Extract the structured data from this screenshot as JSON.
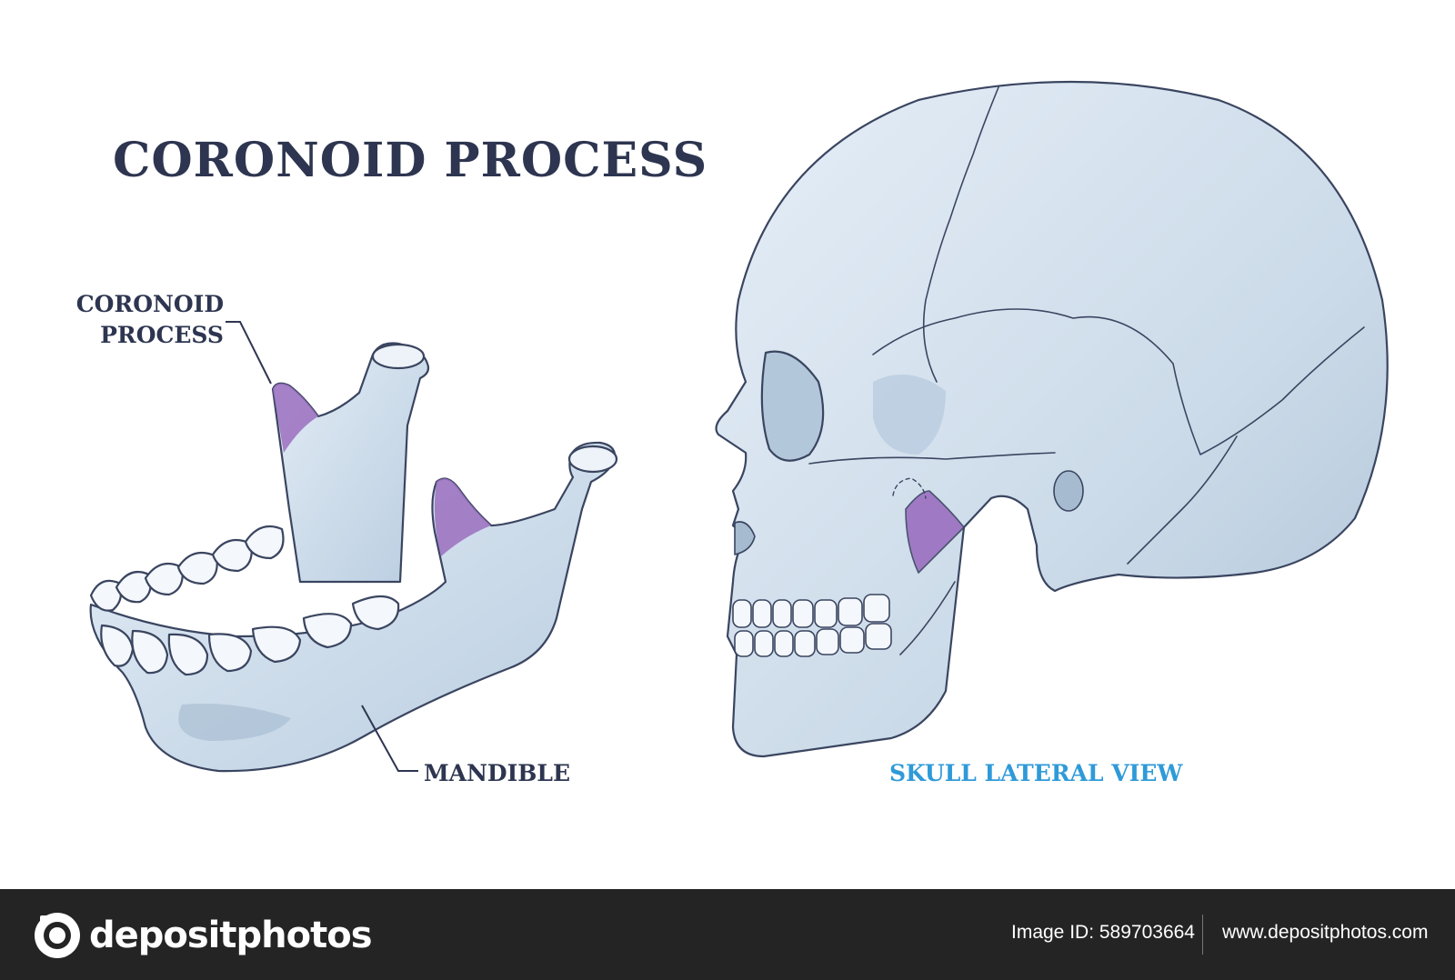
{
  "diagram": {
    "title": "CORONOID PROCESS",
    "labels": {
      "coronoid_line1": "CORONOID",
      "coronoid_line2": "PROCESS",
      "mandible": "MANDIBLE",
      "skull_view": "SKULL LATERAL VIEW"
    },
    "colors": {
      "bone_fill": "#d5e2ef",
      "bone_shade": "#aabfd3",
      "outline": "#3a4560",
      "highlight": "#9b6fc0",
      "title": "#2d3550",
      "accent_label": "#2f9ad8"
    }
  },
  "footer": {
    "brand_name": "depositphotos",
    "logo_icon": "camera-lens-icon",
    "image_id": "Image ID: 589703664",
    "site_url": "www.depositphotos.com",
    "background": "#242424"
  }
}
